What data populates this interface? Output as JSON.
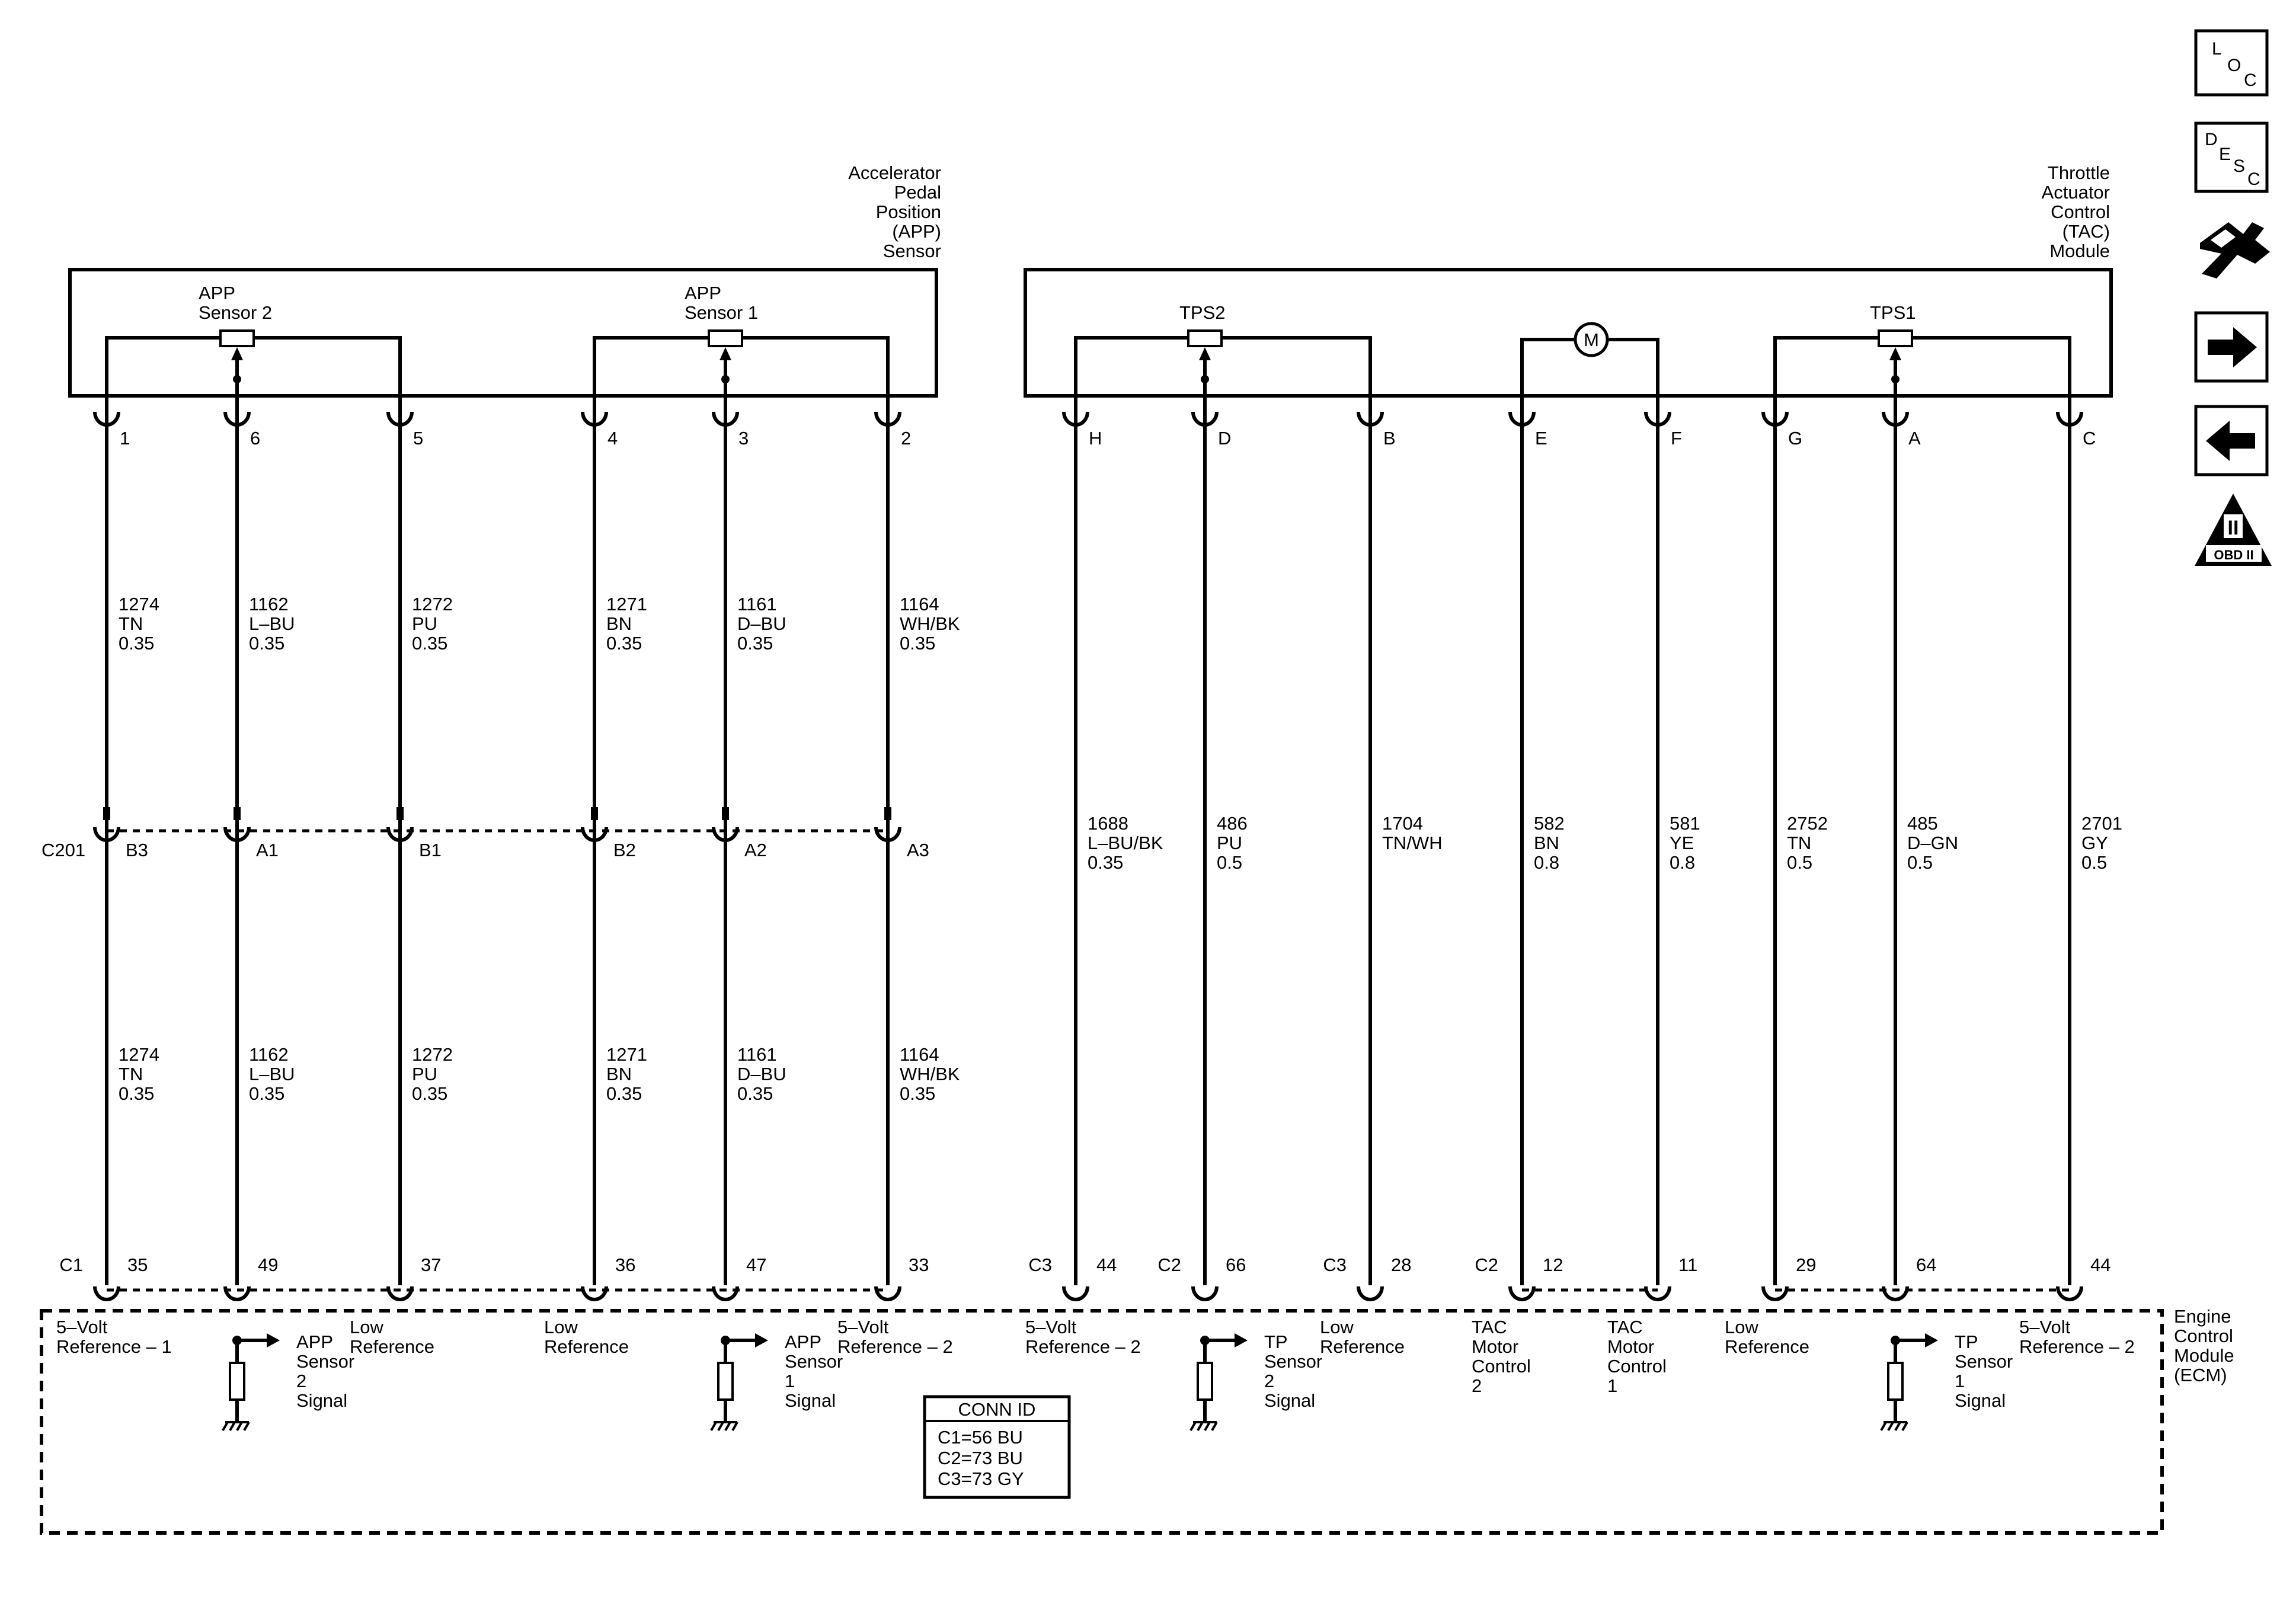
{
  "app_sensor": {
    "title": [
      "Accelerator",
      "Pedal",
      "Position",
      "(APP)",
      "Sensor"
    ],
    "sensor2": [
      "APP",
      "Sensor 2"
    ],
    "sensor1": [
      "APP",
      "Sensor 1"
    ]
  },
  "tac_module": {
    "title": [
      "Throttle",
      "Actuator",
      "Control",
      "(TAC)",
      "Module"
    ],
    "tps2": "TPS2",
    "tps1": "TPS1",
    "motor": "M"
  },
  "connector_c201": "C201",
  "wires": [
    {
      "id": "w1",
      "top_pin": "1",
      "mid_pin": "B3",
      "top": [
        "1274",
        "TN",
        "0.35"
      ],
      "low": [
        "1274",
        "TN",
        "0.35"
      ],
      "ecm_conn": "C1",
      "ecm_pin": "35",
      "ecm_label": [
        "5–Volt",
        "Reference – 1"
      ]
    },
    {
      "id": "w2",
      "top_pin": "6",
      "mid_pin": "A1",
      "top": [
        "1162",
        "L–BU",
        "0.35"
      ],
      "low": [
        "1162",
        "L–BU",
        "0.35"
      ],
      "ecm_conn": "",
      "ecm_pin": "49",
      "ecm_label": [
        "APP",
        "Sensor",
        "2",
        "Signal"
      ]
    },
    {
      "id": "w3",
      "top_pin": "5",
      "mid_pin": "B1",
      "top": [
        "1272",
        "PU",
        "0.35"
      ],
      "low": [
        "1272",
        "PU",
        "0.35"
      ],
      "ecm_conn": "",
      "ecm_pin": "37",
      "ecm_label": [
        "Low",
        "Reference"
      ]
    },
    {
      "id": "w4",
      "top_pin": "4",
      "mid_pin": "B2",
      "top": [
        "1271",
        "BN",
        "0.35"
      ],
      "low": [
        "1271",
        "BN",
        "0.35"
      ],
      "ecm_conn": "",
      "ecm_pin": "36",
      "ecm_label": [
        "Low",
        "Reference"
      ]
    },
    {
      "id": "w5",
      "top_pin": "3",
      "mid_pin": "A2",
      "top": [
        "1161",
        "D–BU",
        "0.35"
      ],
      "low": [
        "1161",
        "D–BU",
        "0.35"
      ],
      "ecm_conn": "",
      "ecm_pin": "47",
      "ecm_label": [
        "APP",
        "Sensor",
        "1",
        "Signal"
      ]
    },
    {
      "id": "w6",
      "top_pin": "2",
      "mid_pin": "A3",
      "top": [
        "1164",
        "WH/BK",
        "0.35"
      ],
      "low": [
        "1164",
        "WH/BK",
        "0.35"
      ],
      "ecm_conn": "",
      "ecm_pin": "33",
      "ecm_label": [
        "5–Volt",
        "Reference – 2"
      ]
    },
    {
      "id": "w7",
      "top_pin": "H",
      "mid_pin": "",
      "top": [
        "1688",
        "L–BU/BK",
        "0.35"
      ],
      "low": [],
      "ecm_conn": "C3",
      "ecm_pin": "44",
      "ecm_label": [
        "5–Volt",
        "Reference – 2"
      ]
    },
    {
      "id": "w8",
      "top_pin": "D",
      "mid_pin": "",
      "top": [
        "486",
        "PU",
        "0.5"
      ],
      "low": [],
      "ecm_conn": "C2",
      "ecm_pin": "66",
      "ecm_label": [
        "TP",
        "Sensor",
        "2",
        "Signal"
      ]
    },
    {
      "id": "w9",
      "top_pin": "B",
      "mid_pin": "",
      "top": [
        "1704",
        "TN/WH"
      ],
      "low": [],
      "ecm_conn": "C3",
      "ecm_pin": "28",
      "ecm_label": [
        "Low",
        "Reference"
      ]
    },
    {
      "id": "w10",
      "top_pin": "E",
      "mid_pin": "",
      "top": [
        "582",
        "BN",
        "0.8"
      ],
      "low": [],
      "ecm_conn": "C2",
      "ecm_pin": "12",
      "ecm_label": [
        "TAC",
        "Motor",
        "Control",
        "2"
      ]
    },
    {
      "id": "w11",
      "top_pin": "F",
      "mid_pin": "",
      "top": [
        "581",
        "YE",
        "0.8"
      ],
      "low": [],
      "ecm_conn": "",
      "ecm_pin": "11",
      "ecm_label": [
        "TAC",
        "Motor",
        "Control",
        "1"
      ]
    },
    {
      "id": "w12",
      "top_pin": "G",
      "mid_pin": "",
      "top": [
        "2752",
        "TN",
        "0.5"
      ],
      "low": [],
      "ecm_conn": "",
      "ecm_pin": "29",
      "ecm_label": [
        "Low",
        "Reference"
      ]
    },
    {
      "id": "w13",
      "top_pin": "A",
      "mid_pin": "",
      "top": [
        "485",
        "D–GN",
        "0.5"
      ],
      "low": [],
      "ecm_conn": "",
      "ecm_pin": "64",
      "ecm_label": [
        "TP",
        "Sensor",
        "1",
        "Signal"
      ]
    },
    {
      "id": "w14",
      "top_pin": "C",
      "mid_pin": "",
      "top": [
        "2701",
        "GY",
        "0.5"
      ],
      "low": [],
      "ecm_conn": "",
      "ecm_pin": "44",
      "ecm_label": [
        "5–Volt",
        "Reference – 2"
      ]
    }
  ],
  "ecm": {
    "title": [
      "Engine",
      "Control",
      "Module",
      "(ECM)"
    ]
  },
  "conn_id": {
    "header": "CONN ID",
    "rows": [
      "C1=56 BU",
      "C2=73 BU",
      "C3=73 GY"
    ]
  },
  "icons": {
    "loc": [
      "L",
      "O",
      "C"
    ],
    "desc": [
      "D",
      "E",
      "S",
      "C"
    ],
    "obd": [
      "II",
      "OBD II"
    ]
  }
}
